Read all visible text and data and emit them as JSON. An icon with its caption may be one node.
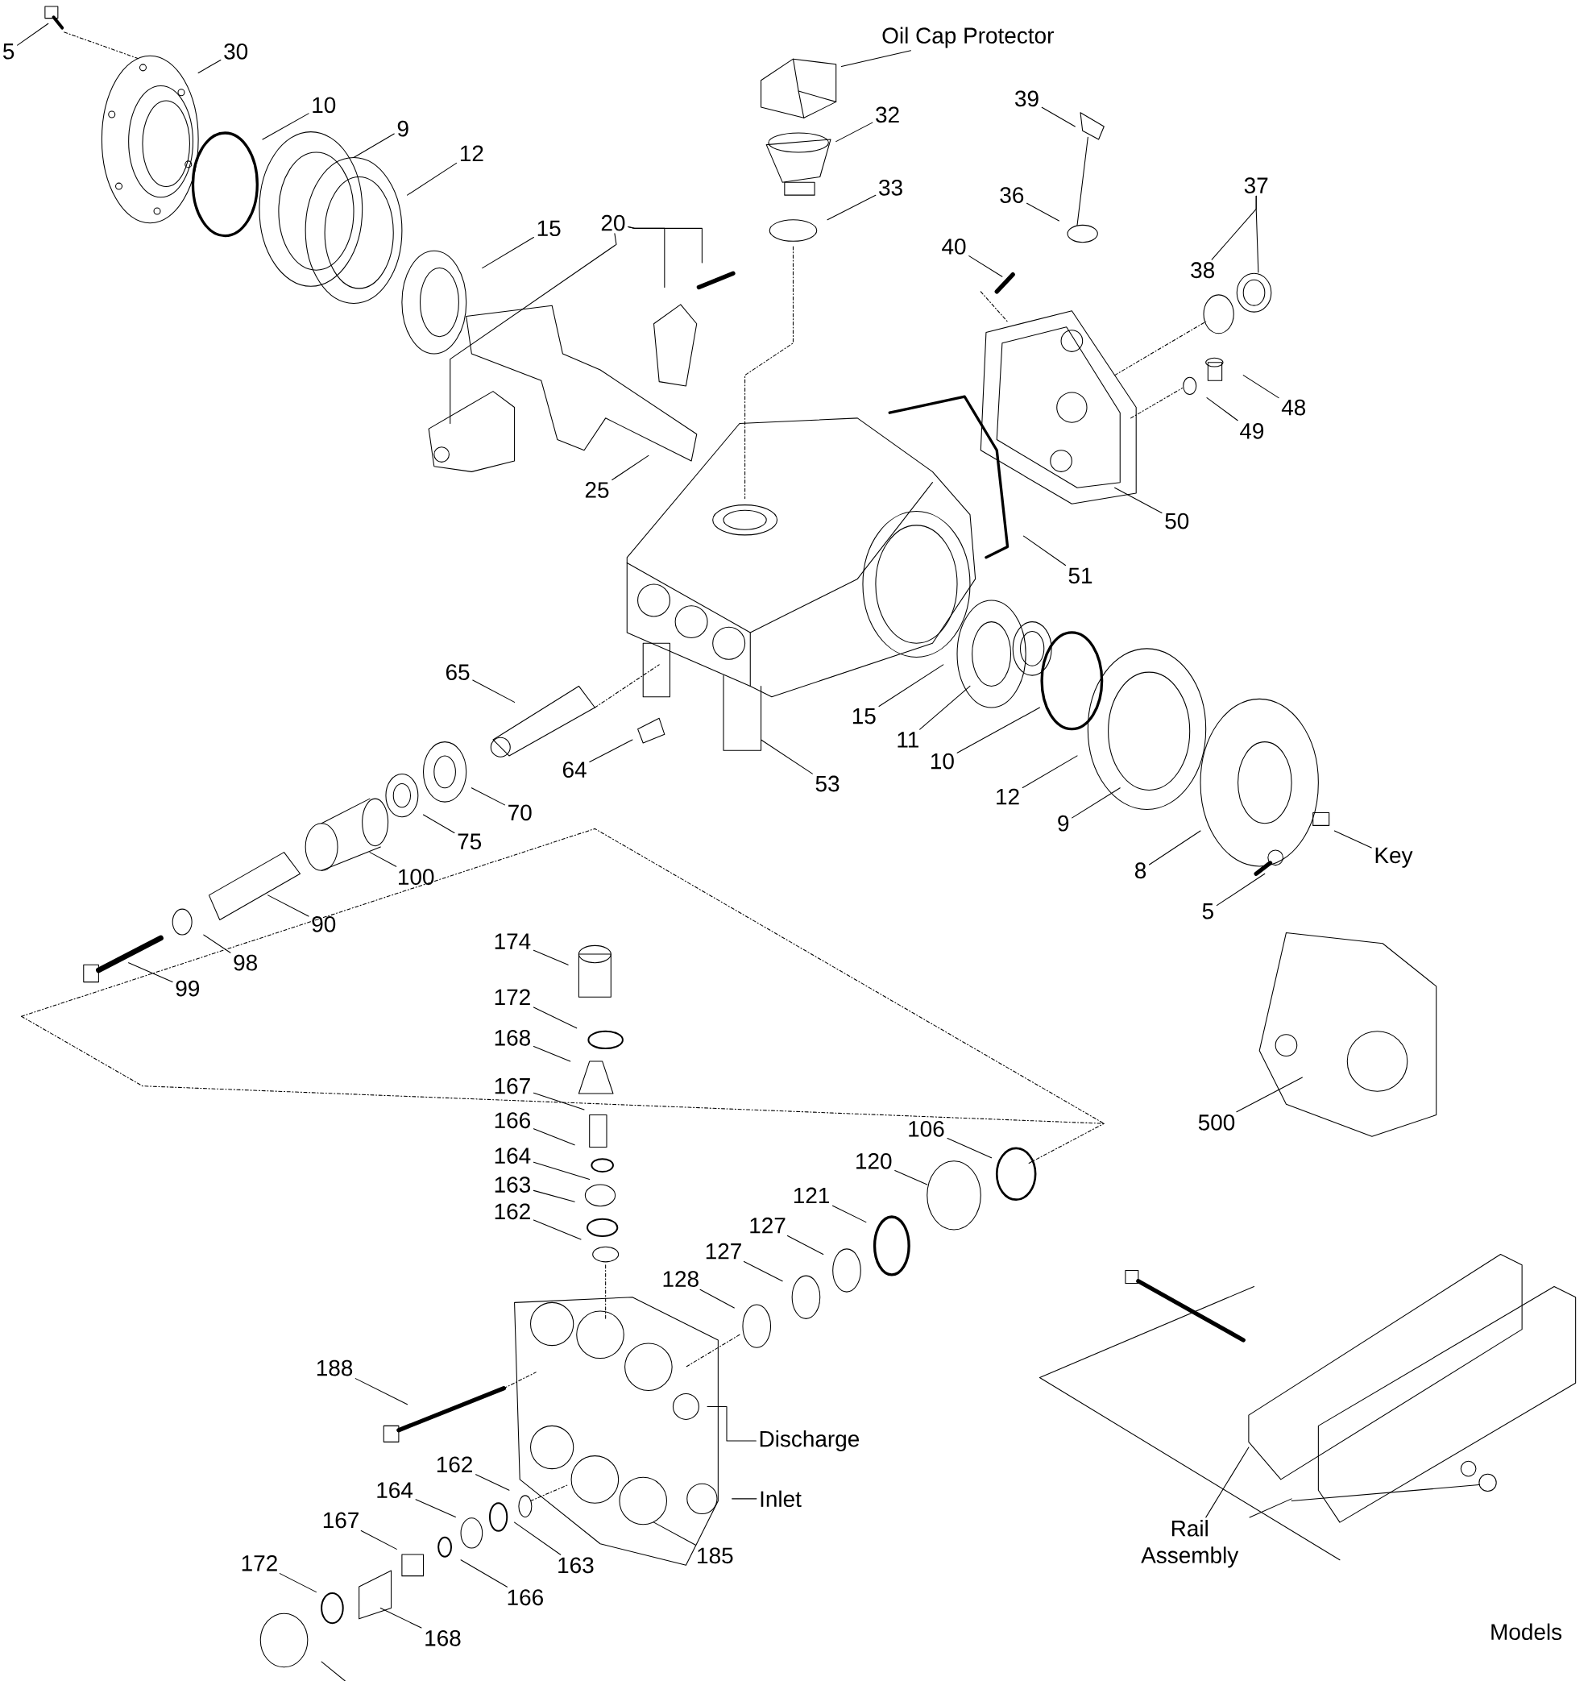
{
  "diagram": {
    "nodes": [
      {
        "text": [
          "5"
        ]
      },
      {
        "text": [
          "30"
        ]
      },
      {
        "text": [
          "Oil Cap Protector"
        ]
      },
      {
        "text": [
          "10"
        ]
      },
      {
        "text": [
          "9"
        ]
      },
      {
        "text": [
          "39"
        ]
      },
      {
        "text": [
          "32"
        ]
      },
      {
        "text": [
          "12"
        ]
      },
      {
        "text": [
          "33"
        ]
      },
      {
        "text": [
          "37"
        ]
      },
      {
        "text": [
          "36"
        ]
      },
      {
        "text": [
          "20"
        ]
      },
      {
        "text": [
          "15"
        ]
      },
      {
        "text": [
          "40"
        ]
      },
      {
        "text": [
          "38"
        ]
      },
      {
        "text": [
          "48"
        ]
      },
      {
        "text": [
          "49"
        ]
      },
      {
        "text": [
          "25"
        ]
      },
      {
        "text": [
          "50"
        ]
      },
      {
        "text": [
          "51"
        ]
      },
      {
        "text": [
          "65"
        ]
      },
      {
        "text": [
          "15"
        ]
      },
      {
        "text": [
          "11"
        ]
      },
      {
        "text": [
          "64"
        ]
      },
      {
        "text": [
          "10"
        ]
      },
      {
        "text": [
          "53"
        ]
      },
      {
        "text": [
          "12"
        ]
      },
      {
        "text": [
          "70"
        ]
      },
      {
        "text": [
          "9"
        ]
      },
      {
        "text": [
          "75"
        ]
      },
      {
        "text": [
          "Key"
        ]
      },
      {
        "text": [
          "100"
        ]
      },
      {
        "text": [
          "8"
        ]
      },
      {
        "text": [
          "5"
        ]
      },
      {
        "text": [
          "90"
        ]
      },
      {
        "text": [
          "174"
        ]
      },
      {
        "text": [
          "98"
        ]
      },
      {
        "text": [
          "99"
        ]
      },
      {
        "text": [
          "172"
        ]
      },
      {
        "text": [
          "168"
        ]
      },
      {
        "text": [
          "167"
        ]
      },
      {
        "text": [
          "166"
        ]
      },
      {
        "text": [
          "500"
        ]
      },
      {
        "text": [
          "106"
        ]
      },
      {
        "text": [
          "164"
        ]
      },
      {
        "text": [
          "120"
        ]
      },
      {
        "text": [
          "163"
        ]
      },
      {
        "text": [
          "121"
        ]
      },
      {
        "text": [
          "162"
        ]
      },
      {
        "text": [
          "127"
        ]
      },
      {
        "text": [
          "127"
        ]
      },
      {
        "text": [
          "128"
        ]
      },
      {
        "text": [
          "188"
        ]
      },
      {
        "text": [
          "Discharge"
        ]
      },
      {
        "text": [
          "162"
        ]
      },
      {
        "text": [
          "164"
        ]
      },
      {
        "text": [
          "Inlet"
        ]
      },
      {
        "text": [
          "167"
        ]
      },
      {
        "text": [
          "Rail Assembly"
        ]
      },
      {
        "text": [
          "163"
        ]
      },
      {
        "text": [
          "185"
        ]
      },
      {
        "text": [
          "172"
        ]
      },
      {
        "text": [
          "166"
        ]
      },
      {
        "text": [
          "168"
        ]
      }
    ],
    "edges": [
      {
        "from": 0,
        "to": null,
        "arrow": "none"
      },
      {
        "from": 1,
        "to": null,
        "arrow": "none"
      },
      {
        "from": 2,
        "to": null,
        "arrow": "none"
      },
      {
        "from": 3,
        "to": null,
        "arrow": "none"
      },
      {
        "from": 4,
        "to": null,
        "arrow": "none"
      },
      {
        "from": 5,
        "to": null,
        "arrow": "none"
      },
      {
        "from": 6,
        "to": null,
        "arrow": "none"
      },
      {
        "from": 7,
        "to": null,
        "arrow": "none"
      },
      {
        "from": 8,
        "to": null,
        "arrow": "none"
      },
      {
        "from": 9,
        "to": 14,
        "arrow": "none"
      },
      {
        "from": 9,
        "to": null,
        "arrow": "none"
      },
      {
        "from": 10,
        "to": null,
        "arrow": "none"
      },
      {
        "from": 11,
        "to": null,
        "arrow": "none"
      },
      {
        "from": 11,
        "to": null,
        "arrow": "none"
      },
      {
        "from": 11,
        "to": null,
        "arrow": "none"
      },
      {
        "from": 12,
        "to": null,
        "arrow": "none"
      },
      {
        "from": 13,
        "to": null,
        "arrow": "none"
      },
      {
        "from": 15,
        "to": null,
        "arrow": "none"
      },
      {
        "from": 16,
        "to": null,
        "arrow": "none"
      },
      {
        "from": 17,
        "to": null,
        "arrow": "none"
      },
      {
        "from": 18,
        "to": null,
        "arrow": "none"
      },
      {
        "from": 19,
        "to": null,
        "arrow": "none"
      },
      {
        "from": 20,
        "to": null,
        "arrow": "none"
      },
      {
        "from": 21,
        "to": null,
        "arrow": "none"
      },
      {
        "from": 22,
        "to": null,
        "arrow": "none"
      },
      {
        "from": 23,
        "to": null,
        "arrow": "none"
      },
      {
        "from": 24,
        "to": null,
        "arrow": "none"
      },
      {
        "from": 25,
        "to": null,
        "arrow": "none"
      },
      {
        "from": 26,
        "to": null,
        "arrow": "none"
      },
      {
        "from": 27,
        "to": null,
        "arrow": "none"
      },
      {
        "from": 28,
        "to": null,
        "arrow": "none"
      },
      {
        "from": 29,
        "to": null,
        "arrow": "none"
      },
      {
        "from": 30,
        "to": null,
        "arrow": "none"
      },
      {
        "from": 31,
        "to": null,
        "arrow": "none"
      },
      {
        "from": 32,
        "to": null,
        "arrow": "none"
      },
      {
        "from": 33,
        "to": null,
        "arrow": "none"
      },
      {
        "from": 34,
        "to": null,
        "arrow": "none"
      },
      {
        "from": 35,
        "to": null,
        "arrow": "none"
      },
      {
        "from": 36,
        "to": null,
        "arrow": "none"
      },
      {
        "from": 37,
        "to": null,
        "arrow": "none"
      },
      {
        "from": 38,
        "to": null,
        "arrow": "none"
      },
      {
        "from": 39,
        "to": null,
        "arrow": "none"
      },
      {
        "from": 40,
        "to": null,
        "arrow": "none"
      },
      {
        "from": 41,
        "to": null,
        "arrow": "none"
      },
      {
        "from": 42,
        "to": null,
        "arrow": "none"
      },
      {
        "from": 43,
        "to": null,
        "arrow": "none"
      },
      {
        "from": 44,
        "to": null,
        "arrow": "none"
      },
      {
        "from": 45,
        "to": null,
        "arrow": "none"
      },
      {
        "from": 46,
        "to": null,
        "arrow": "none"
      },
      {
        "from": 47,
        "to": null,
        "arrow": "none"
      },
      {
        "from": 48,
        "to": null,
        "arrow": "none"
      },
      {
        "from": 49,
        "to": null,
        "arrow": "none"
      },
      {
        "from": 50,
        "to": null,
        "arrow": "none"
      },
      {
        "from": 51,
        "to": null,
        "arrow": "none"
      },
      {
        "from": 52,
        "to": null,
        "arrow": "none"
      },
      {
        "from": 53,
        "to": null,
        "arrow": "none"
      },
      {
        "from": 54,
        "to": null,
        "arrow": "none"
      },
      {
        "from": 55,
        "to": null,
        "arrow": "none"
      },
      {
        "from": 56,
        "to": null,
        "arrow": "none"
      },
      {
        "from": 57,
        "to": null,
        "arrow": "none"
      },
      {
        "from": 58,
        "to": null,
        "arrow": "none"
      },
      {
        "from": 58,
        "to": null,
        "arrow": "none"
      },
      {
        "from": 59,
        "to": null,
        "arrow": "none"
      },
      {
        "from": 60,
        "to": null,
        "arrow": "none"
      },
      {
        "from": 61,
        "to": null,
        "arrow": "none"
      },
      {
        "from": 62,
        "to": null,
        "arrow": "none"
      },
      {
        "from": 63,
        "to": null,
        "arrow": "none"
      }
    ],
    "labels": [
      "Models"
    ]
  }
}
